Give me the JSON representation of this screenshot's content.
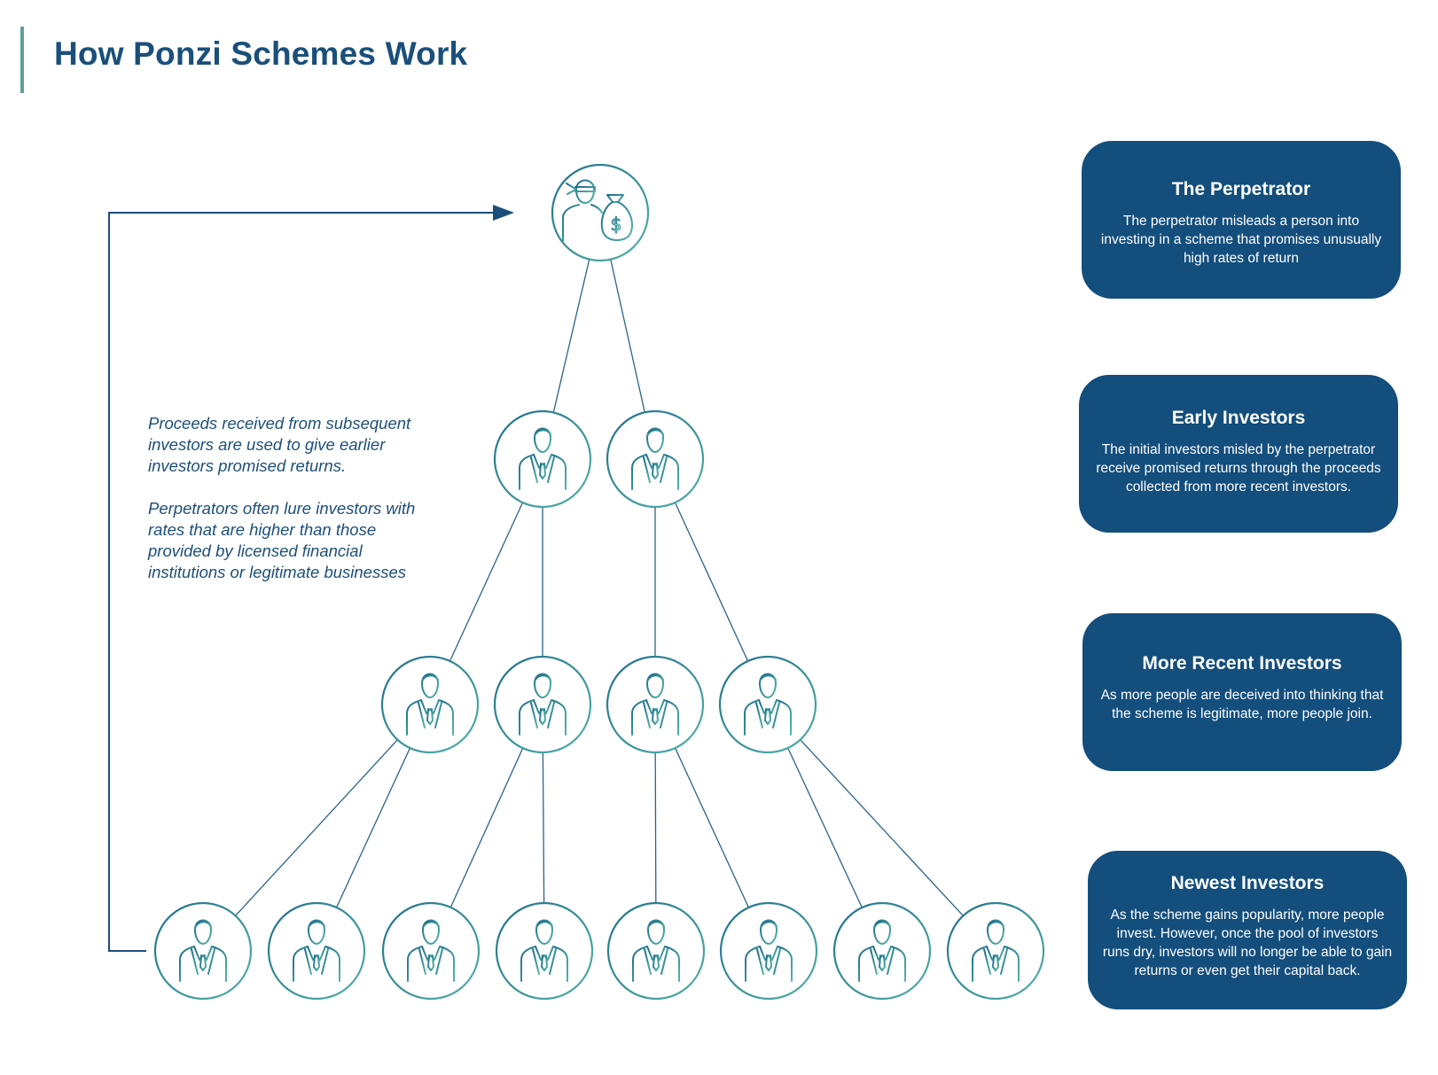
{
  "page": {
    "title": "How Ponzi Schemes Work"
  },
  "notes": [
    "Proceeds received from subsequent investors are used to give earlier investors promised returns.",
    "Perpetrators often lure investors with rates that are higher than those provided by licensed financial institutions or legitimate businesses"
  ],
  "tiers": [
    {
      "title": "The Perpetrator",
      "description": "The perpetrator misleads a person into investing in a scheme that promises unusually high rates of return"
    },
    {
      "title": "Early Investors",
      "description": "The initial investors misled by the perpetrator receive promised returns through the proceeds collected from more recent investors."
    },
    {
      "title": "More Recent Investors",
      "description": "As more people are deceived into thinking that the scheme is legitimate, more people join."
    },
    {
      "title": "Newest Investors",
      "description": "As the scheme gains popularity, more people invest. However, once the pool of investors runs dry, investors will no longer be able to gain returns or even get their capital back."
    }
  ],
  "icons": {
    "perpetrator": "masked-thief-money-bag-icon",
    "investor": "businessman-icon"
  },
  "colors": {
    "title": "#1a4f7a",
    "card_background": "#134e7c",
    "node_gradient_start": "#1f6e8c",
    "node_gradient_end": "#54b3a6",
    "arrow": "#1a4f7a"
  }
}
